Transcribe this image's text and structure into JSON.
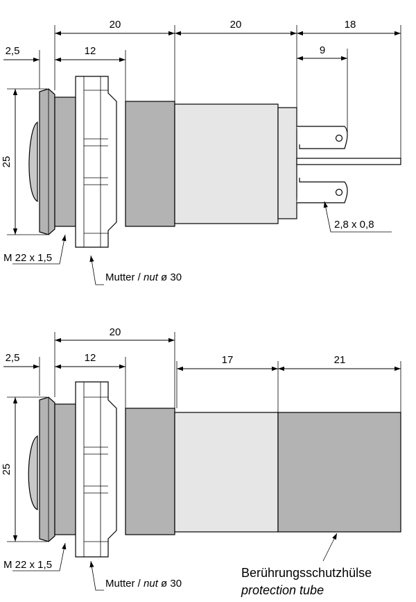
{
  "top_view": {
    "dims": {
      "d_20_a": "20",
      "d_20_b": "20",
      "d_18": "18",
      "d_2_5": "2,5",
      "d_12": "12",
      "d_9": "9",
      "d_25": "25"
    },
    "labels": {
      "thread": "M 22 x 1,5",
      "nut_prefix": "Mutter / ",
      "nut_italic": "nut",
      "nut_suffix": " ø 30",
      "terminal": "2,8 x 0,8"
    }
  },
  "bottom_view": {
    "dims": {
      "d_20": "20",
      "d_2_5": "2,5",
      "d_12": "12",
      "d_17": "17",
      "d_21": "21",
      "d_25": "25"
    },
    "labels": {
      "thread": "M 22 x 1,5",
      "nut_prefix": "Mutter / ",
      "nut_italic": "nut",
      "nut_suffix": " ø 30",
      "tube_de": "Berührungsschutzhülse",
      "tube_en": "protection tube"
    }
  },
  "colors": {
    "body_gray": "#b3b3b3",
    "light_gray": "#e6e6e6",
    "lens_gray": "#c8c8c8",
    "line": "#000000"
  }
}
